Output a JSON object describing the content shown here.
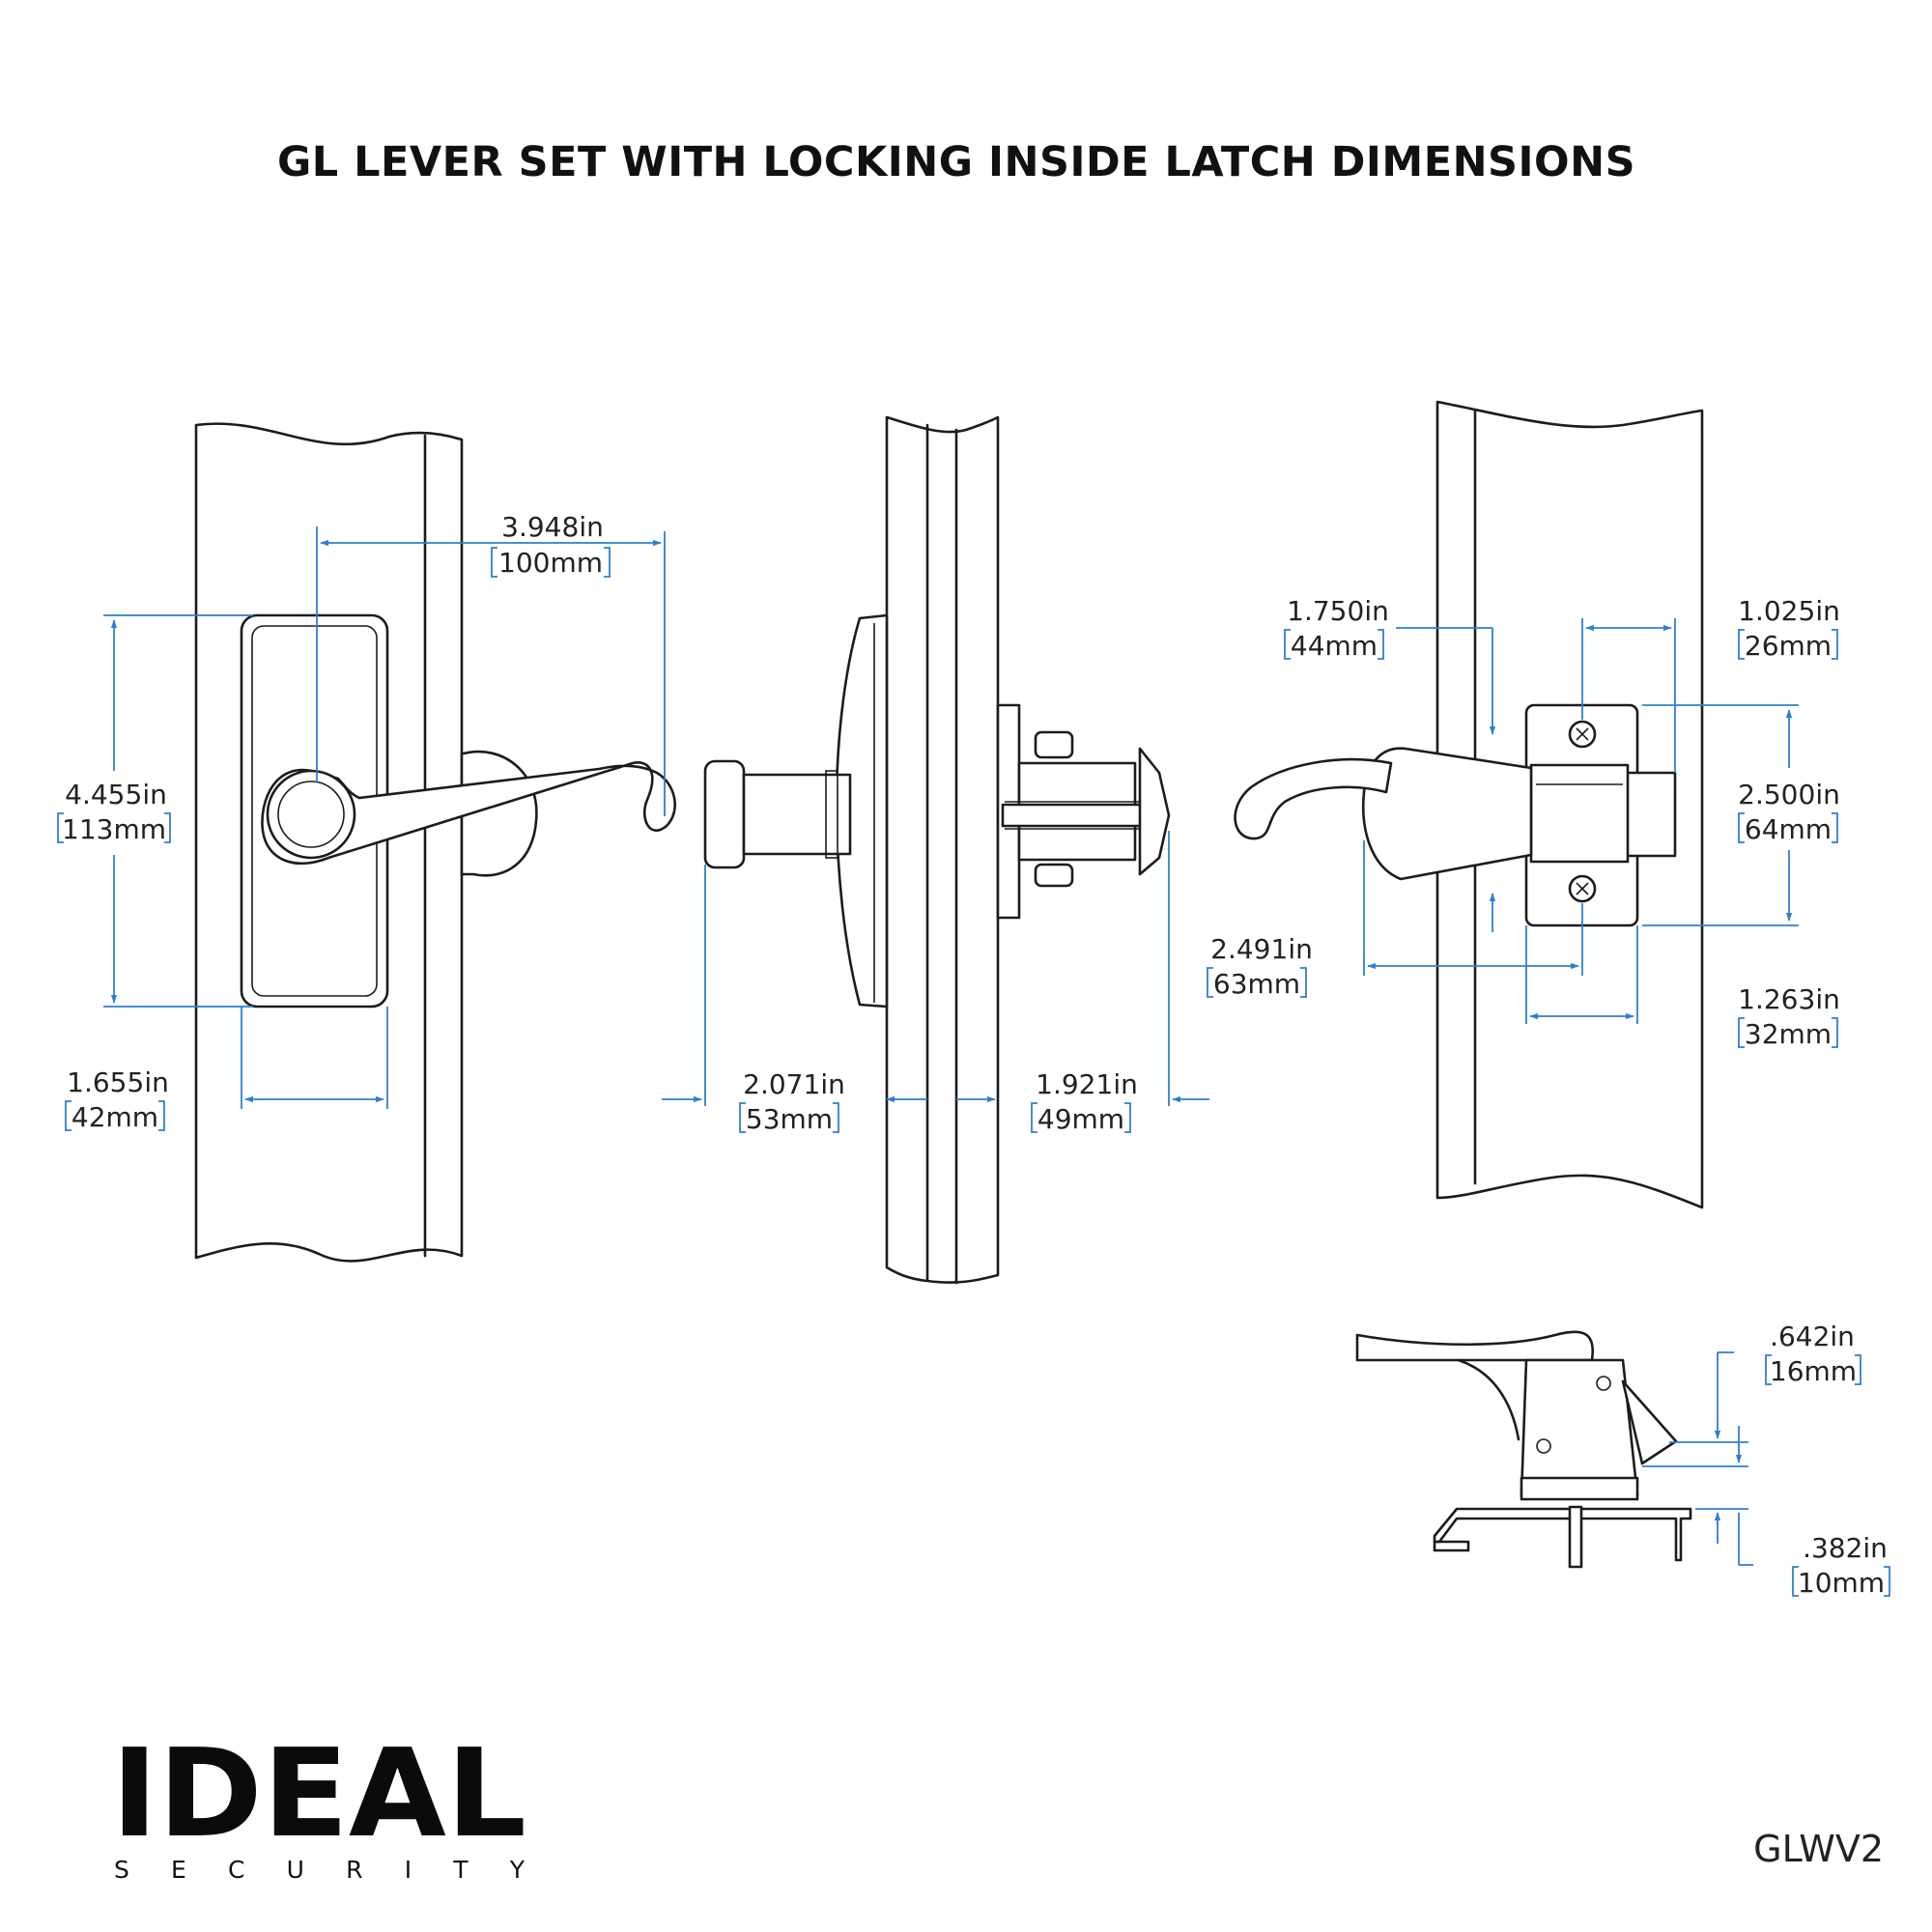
{
  "title": "GL LEVER SET WITH LOCKING INSIDE LATCH DIMENSIONS",
  "colors": {
    "dimension": "#2f7fd1",
    "outline": "#1c1c1c",
    "text": "#222222"
  },
  "dimensions": {
    "front_width": {
      "in": "3.948in",
      "mm": "100mm"
    },
    "front_height": {
      "in": "4.455in",
      "mm": "113mm"
    },
    "plate_width": {
      "in": "1.655in",
      "mm": "42mm"
    },
    "side_left": {
      "in": "2.071in",
      "mm": "53mm"
    },
    "side_right": {
      "in": "1.921in",
      "mm": "49mm"
    },
    "latch_offset": {
      "in": "1.750in",
      "mm": "44mm"
    },
    "latch_width_top": {
      "in": "1.025in",
      "mm": "26mm"
    },
    "latch_height": {
      "in": "2.500in",
      "mm": "64mm"
    },
    "latch_lever_span": {
      "in": "2.491in",
      "mm": "63mm"
    },
    "latch_width_bot": {
      "in": "1.263in",
      "mm": "32mm"
    },
    "bottom_upper": {
      "in": ".642in",
      "mm": "16mm"
    },
    "bottom_lower": {
      "in": ".382in",
      "mm": "10mm"
    }
  },
  "brand": {
    "name": "IDEAL",
    "tagline": "S E C U R I T Y"
  },
  "model": "GLWV2"
}
